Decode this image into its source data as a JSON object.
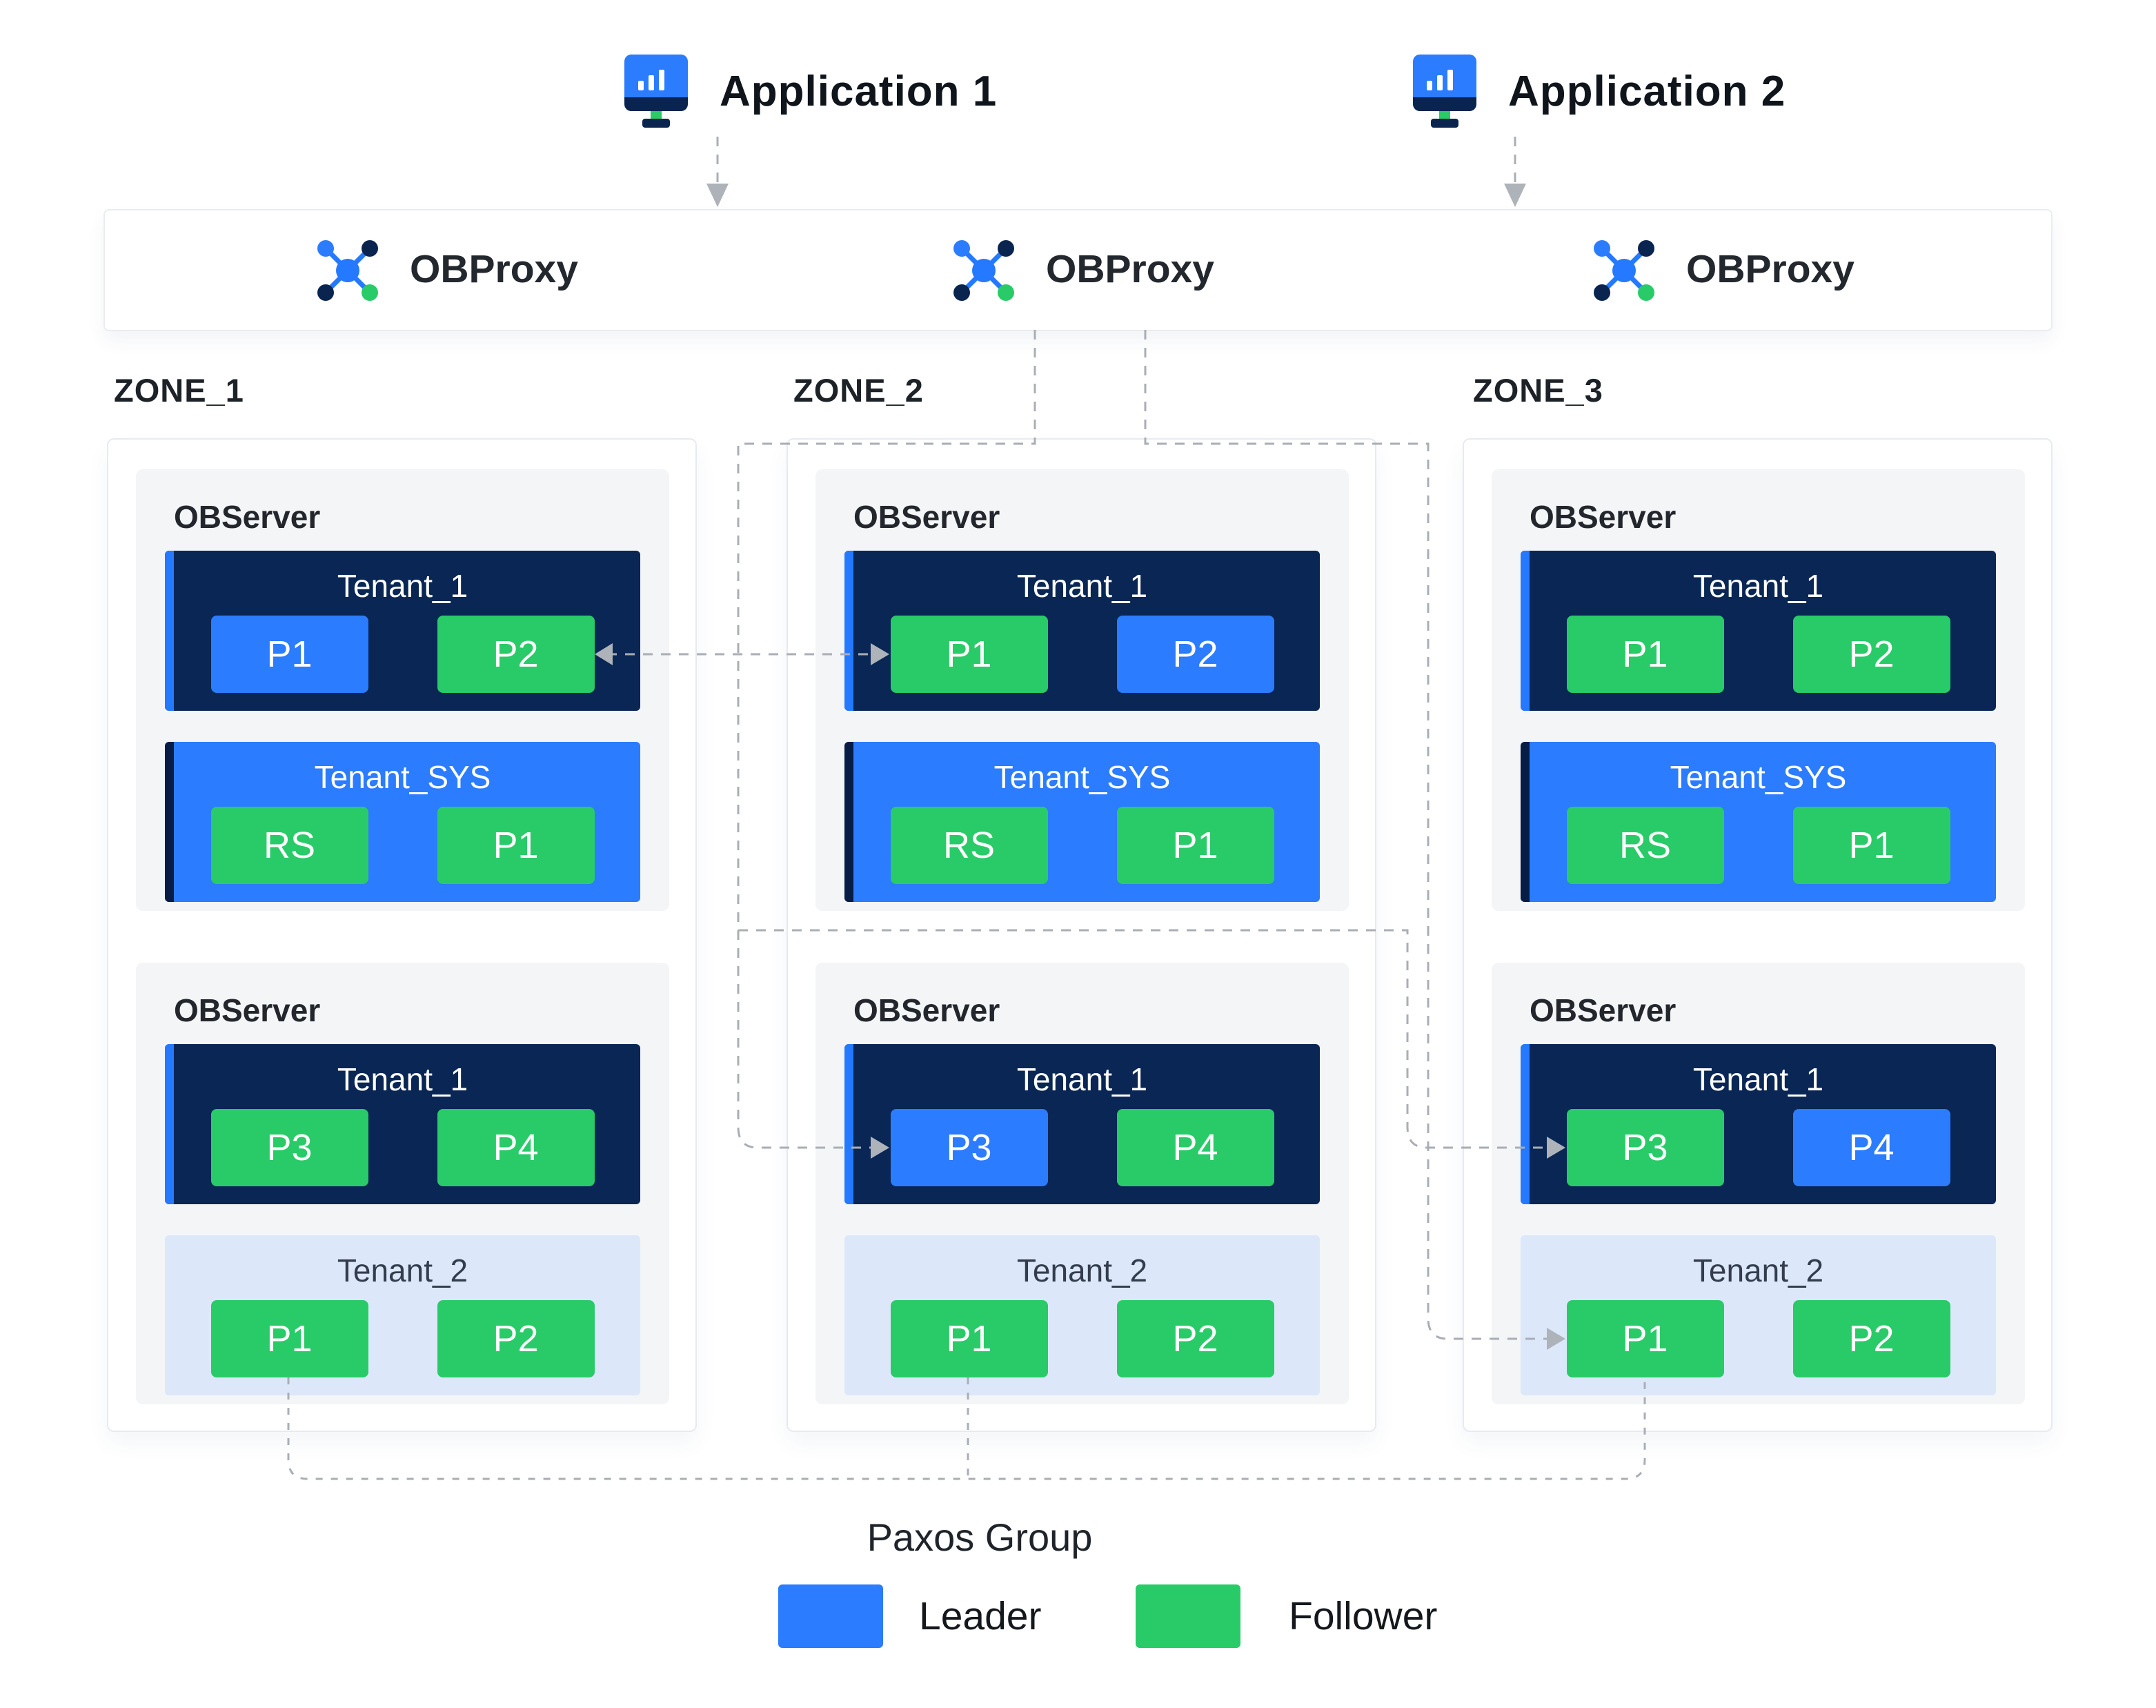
{
  "apps": [
    {
      "label": "Application 1"
    },
    {
      "label": "Application 2"
    }
  ],
  "proxies": [
    {
      "label": "OBProxy"
    },
    {
      "label": "OBProxy"
    },
    {
      "label": "OBProxy"
    }
  ],
  "zones": [
    {
      "label": "ZONE_1",
      "servers": [
        {
          "label": "OBServer",
          "tenants": [
            {
              "name": "Tenant_1",
              "style": "dark",
              "partitions": [
                {
                  "label": "P1",
                  "role": "leader"
                },
                {
                  "label": "P2",
                  "role": "follower"
                }
              ]
            },
            {
              "name": "Tenant_SYS",
              "style": "blue",
              "partitions": [
                {
                  "label": "RS",
                  "role": "follower"
                },
                {
                  "label": "P1",
                  "role": "follower"
                }
              ]
            }
          ]
        },
        {
          "label": "OBServer",
          "tenants": [
            {
              "name": "Tenant_1",
              "style": "dark",
              "partitions": [
                {
                  "label": "P3",
                  "role": "follower"
                },
                {
                  "label": "P4",
                  "role": "follower"
                }
              ]
            },
            {
              "name": "Tenant_2",
              "style": "light",
              "partitions": [
                {
                  "label": "P1",
                  "role": "follower"
                },
                {
                  "label": "P2",
                  "role": "follower"
                }
              ]
            }
          ]
        }
      ]
    },
    {
      "label": "ZONE_2",
      "servers": [
        {
          "label": "OBServer",
          "tenants": [
            {
              "name": "Tenant_1",
              "style": "dark",
              "partitions": [
                {
                  "label": "P1",
                  "role": "follower"
                },
                {
                  "label": "P2",
                  "role": "leader"
                }
              ]
            },
            {
              "name": "Tenant_SYS",
              "style": "blue",
              "partitions": [
                {
                  "label": "RS",
                  "role": "follower"
                },
                {
                  "label": "P1",
                  "role": "follower"
                }
              ]
            }
          ]
        },
        {
          "label": "OBServer",
          "tenants": [
            {
              "name": "Tenant_1",
              "style": "dark",
              "partitions": [
                {
                  "label": "P3",
                  "role": "leader"
                },
                {
                  "label": "P4",
                  "role": "follower"
                }
              ]
            },
            {
              "name": "Tenant_2",
              "style": "light",
              "partitions": [
                {
                  "label": "P1",
                  "role": "follower"
                },
                {
                  "label": "P2",
                  "role": "follower"
                }
              ]
            }
          ]
        }
      ]
    },
    {
      "label": "ZONE_3",
      "servers": [
        {
          "label": "OBServer",
          "tenants": [
            {
              "name": "Tenant_1",
              "style": "dark",
              "partitions": [
                {
                  "label": "P1",
                  "role": "follower"
                },
                {
                  "label": "P2",
                  "role": "follower"
                }
              ]
            },
            {
              "name": "Tenant_SYS",
              "style": "blue",
              "partitions": [
                {
                  "label": "RS",
                  "role": "follower"
                },
                {
                  "label": "P1",
                  "role": "follower"
                }
              ]
            }
          ]
        },
        {
          "label": "OBServer",
          "tenants": [
            {
              "name": "Tenant_1",
              "style": "dark",
              "partitions": [
                {
                  "label": "P3",
                  "role": "follower"
                },
                {
                  "label": "P4",
                  "role": "leader"
                }
              ]
            },
            {
              "name": "Tenant_2",
              "style": "light",
              "partitions": [
                {
                  "label": "P1",
                  "role": "follower"
                },
                {
                  "label": "P2",
                  "role": "follower"
                }
              ]
            }
          ]
        }
      ]
    }
  ],
  "legend": {
    "title": "Paxos Group",
    "items": [
      {
        "label": "Leader",
        "color": "#2B7CFF"
      },
      {
        "label": "Follower",
        "color": "#29CB68"
      }
    ]
  },
  "colors": {
    "leader_blue": "#2B7CFF",
    "follower_green": "#29CB68",
    "tenant_dark_navy": "#092654",
    "tenant_sys_blue": "#2B7CFF",
    "tenant_light_blue": "#DCE8FA",
    "connector_gray": "#A9AEB6"
  }
}
